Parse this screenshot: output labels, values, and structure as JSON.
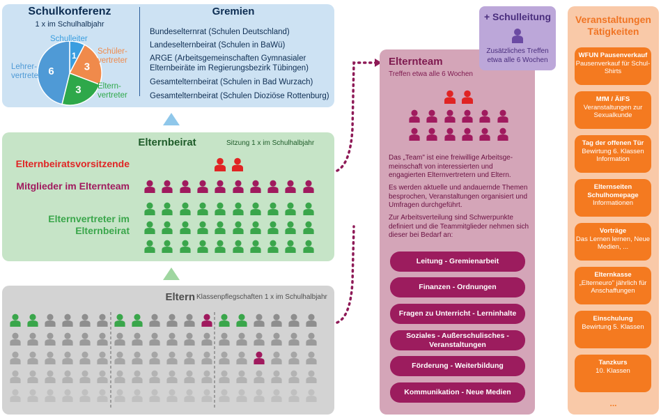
{
  "schulkonferenz": {
    "title": "Schulkonferenz",
    "subtitle": "1 x im Schulhalbjahr",
    "pie": [
      {
        "label": "Schulleiter",
        "count": "1",
        "value": 1,
        "color": "#3a9ee0"
      },
      {
        "label": "Schüler-\nvertreter",
        "count": "3",
        "value": 3,
        "color": "#f08a4b"
      },
      {
        "label": "Eltern-\nvertreter",
        "count": "3",
        "value": 3,
        "color": "#2ea84a"
      },
      {
        "label": "Lehrer-\nvertreter",
        "count": "6",
        "value": 6,
        "color": "#4f9ad6"
      }
    ]
  },
  "gremien": {
    "title": "Gremien",
    "items": [
      "Bundeselternrat (Schulen Deutschland)",
      "Landeselternbeirat (Schulen in BaWü)",
      "ARGE (Arbeitsgemeinschaften Gymnasialer Elternbeiräte im Regierungsbezirk Tübingen)",
      "Gesamtelternbeirat (Schulen in Bad Wurzach)",
      "Gesamtelternbeirat (Schulen Dioziöse Rottenburg)"
    ]
  },
  "elternbeirat": {
    "title": "Elternbeirat",
    "subtitle": "Sitzung 1 x im Schulhalbjahr",
    "roles": [
      "Elternbeiratsvorsitzende",
      "Mitglieder im Elternteam",
      "Elternvertreter im Elternbeirat"
    ],
    "colors": {
      "chair": "#e02424",
      "team": "#a01a5e",
      "rep": "#3aa64b"
    }
  },
  "eltern": {
    "title": "Eltern",
    "subtitle": "Klassenpflegschaften 1 x im Schulhalbjahr"
  },
  "elternteam": {
    "title": "Elternteam",
    "subtitle": "Treffen etwa alle 6 Wochen",
    "paragraphs": [
      "Das „Team\" ist eine freiwillige Arbeitsge-meinschaft von interessierten und engagierten Elternvertretern und Eltern.",
      "Es werden aktuelle und andauernde Themen besprochen, Veranstaltungen organisiert und Umfragen durchgeführt.",
      "Zur Arbeitsverteilung sind Schwerpunkte definiert und die Teammitglieder nehmen sich dieser bei Bedarf an:"
    ],
    "tasks": [
      "Leitung - Gremienarbeit",
      "Finanzen - Ordnungen",
      "Fragen zu Unterricht - Lerninhalte",
      "Soziales - Außerschulisches - Veranstaltungen",
      "Förderung - Weiterbildung",
      "Kommunikation - Neue Medien"
    ]
  },
  "schulleitung": {
    "title": "+ Schulleitung",
    "subtitle": "Zusätzliches Treffen etwa alle 6 Wochen"
  },
  "veranstaltungen": {
    "title": "Veranstaltungen\nTätigkeiten",
    "events": [
      {
        "title": "WFUN Pausenverkauf",
        "desc": "Pausenverkauf für Schul-Shirts"
      },
      {
        "title": "MfM / ÄIFS",
        "desc": "Veranstaltungen zur Sexualkunde"
      },
      {
        "title": "Tag der offenen Tür",
        "desc": "Bewirtung 6. Klassen Information"
      },
      {
        "title": "Elternseiten Schulhomepage",
        "desc": "Informationen"
      },
      {
        "title": "Vorträge",
        "desc": "Das Lernen lernen, Neue Medien, ..."
      },
      {
        "title": "Elternkasse",
        "desc": "„Elterneuro\" jährlich für Anschaffungen"
      },
      {
        "title": "Einschulung",
        "desc": "Bewirtung 5. Klassen"
      },
      {
        "title": "Tanzkurs",
        "desc": "10. Klassen"
      }
    ],
    "more": "..."
  }
}
